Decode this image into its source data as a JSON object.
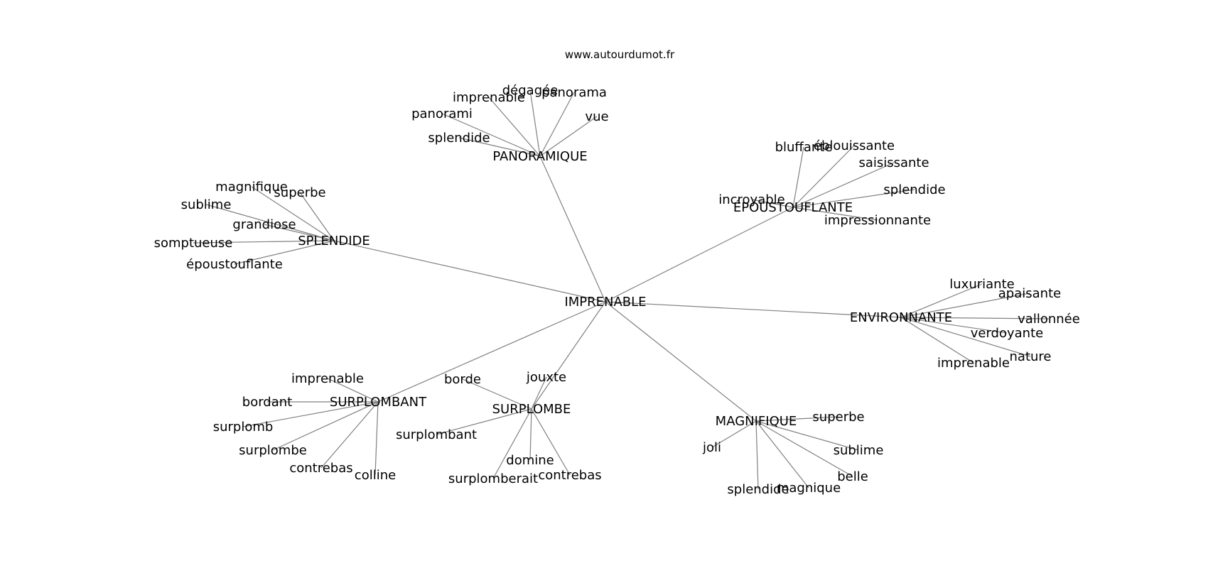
{
  "site": "www.autourdumot.fr",
  "root": "IMPRENABLE",
  "clusters": [
    {
      "label": "PANORAMIQUE",
      "leaves": [
        "imprenable",
        "dégagée",
        "panorama",
        "vue",
        "panorami",
        "splendide"
      ]
    },
    {
      "label": "SPLENDIDE",
      "leaves": [
        "magnifique",
        "superbe",
        "sublime",
        "grandiose",
        "somptueuse",
        "époustouflante"
      ]
    },
    {
      "label": "ÉPOUSTOUFLANTE",
      "leaves": [
        "bluffante",
        "éblouissante",
        "saisissante",
        "splendide",
        "incroyable",
        "impressionnante"
      ]
    },
    {
      "label": "ENVIRONNANTE",
      "leaves": [
        "luxuriante",
        "apaisante",
        "vallonnée",
        "verdoyante",
        "nature",
        "imprenable"
      ]
    },
    {
      "label": "SURPLOMBANT",
      "leaves": [
        "imprenable",
        "bordant",
        "surplomb",
        "surplombe",
        "contrebas",
        "colline"
      ]
    },
    {
      "label": "SURPLOMBE",
      "leaves": [
        "borde",
        "jouxte",
        "surplombant",
        "domine",
        "surplomberait",
        "contrebas"
      ]
    },
    {
      "label": "MAGNIFIQUE",
      "leaves": [
        "superbe",
        "joli",
        "sublime",
        "belle",
        "splendide",
        "magnique"
      ]
    }
  ]
}
